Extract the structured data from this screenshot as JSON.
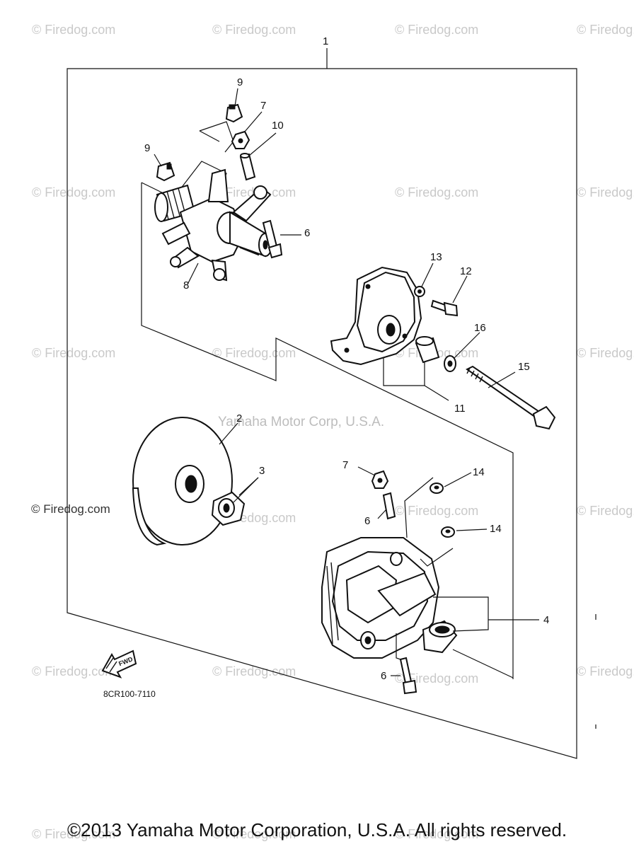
{
  "watermarks": {
    "site": "© Firedog.com",
    "corp": "Yamaha Motor Corp, U.S.A.",
    "left_mark": "© Firedog.com"
  },
  "callouts": {
    "assembly": "1",
    "p2": "2",
    "p3": "3",
    "p4": "4",
    "p6a": "6",
    "p6b": "6",
    "p6c": "6",
    "p7a": "7",
    "p7b": "7",
    "p8": "8",
    "p9a": "9",
    "p9b": "9",
    "p10": "10",
    "p11": "11",
    "p12": "12",
    "p13": "13",
    "p14a": "14",
    "p14b": "14",
    "p15": "15",
    "p16": "16"
  },
  "fwd_label": "FWD",
  "diagram_code": "8CR100-7110",
  "copyright": "©2013 Yamaha Motor Corporation, U.S.A. All rights reserved."
}
